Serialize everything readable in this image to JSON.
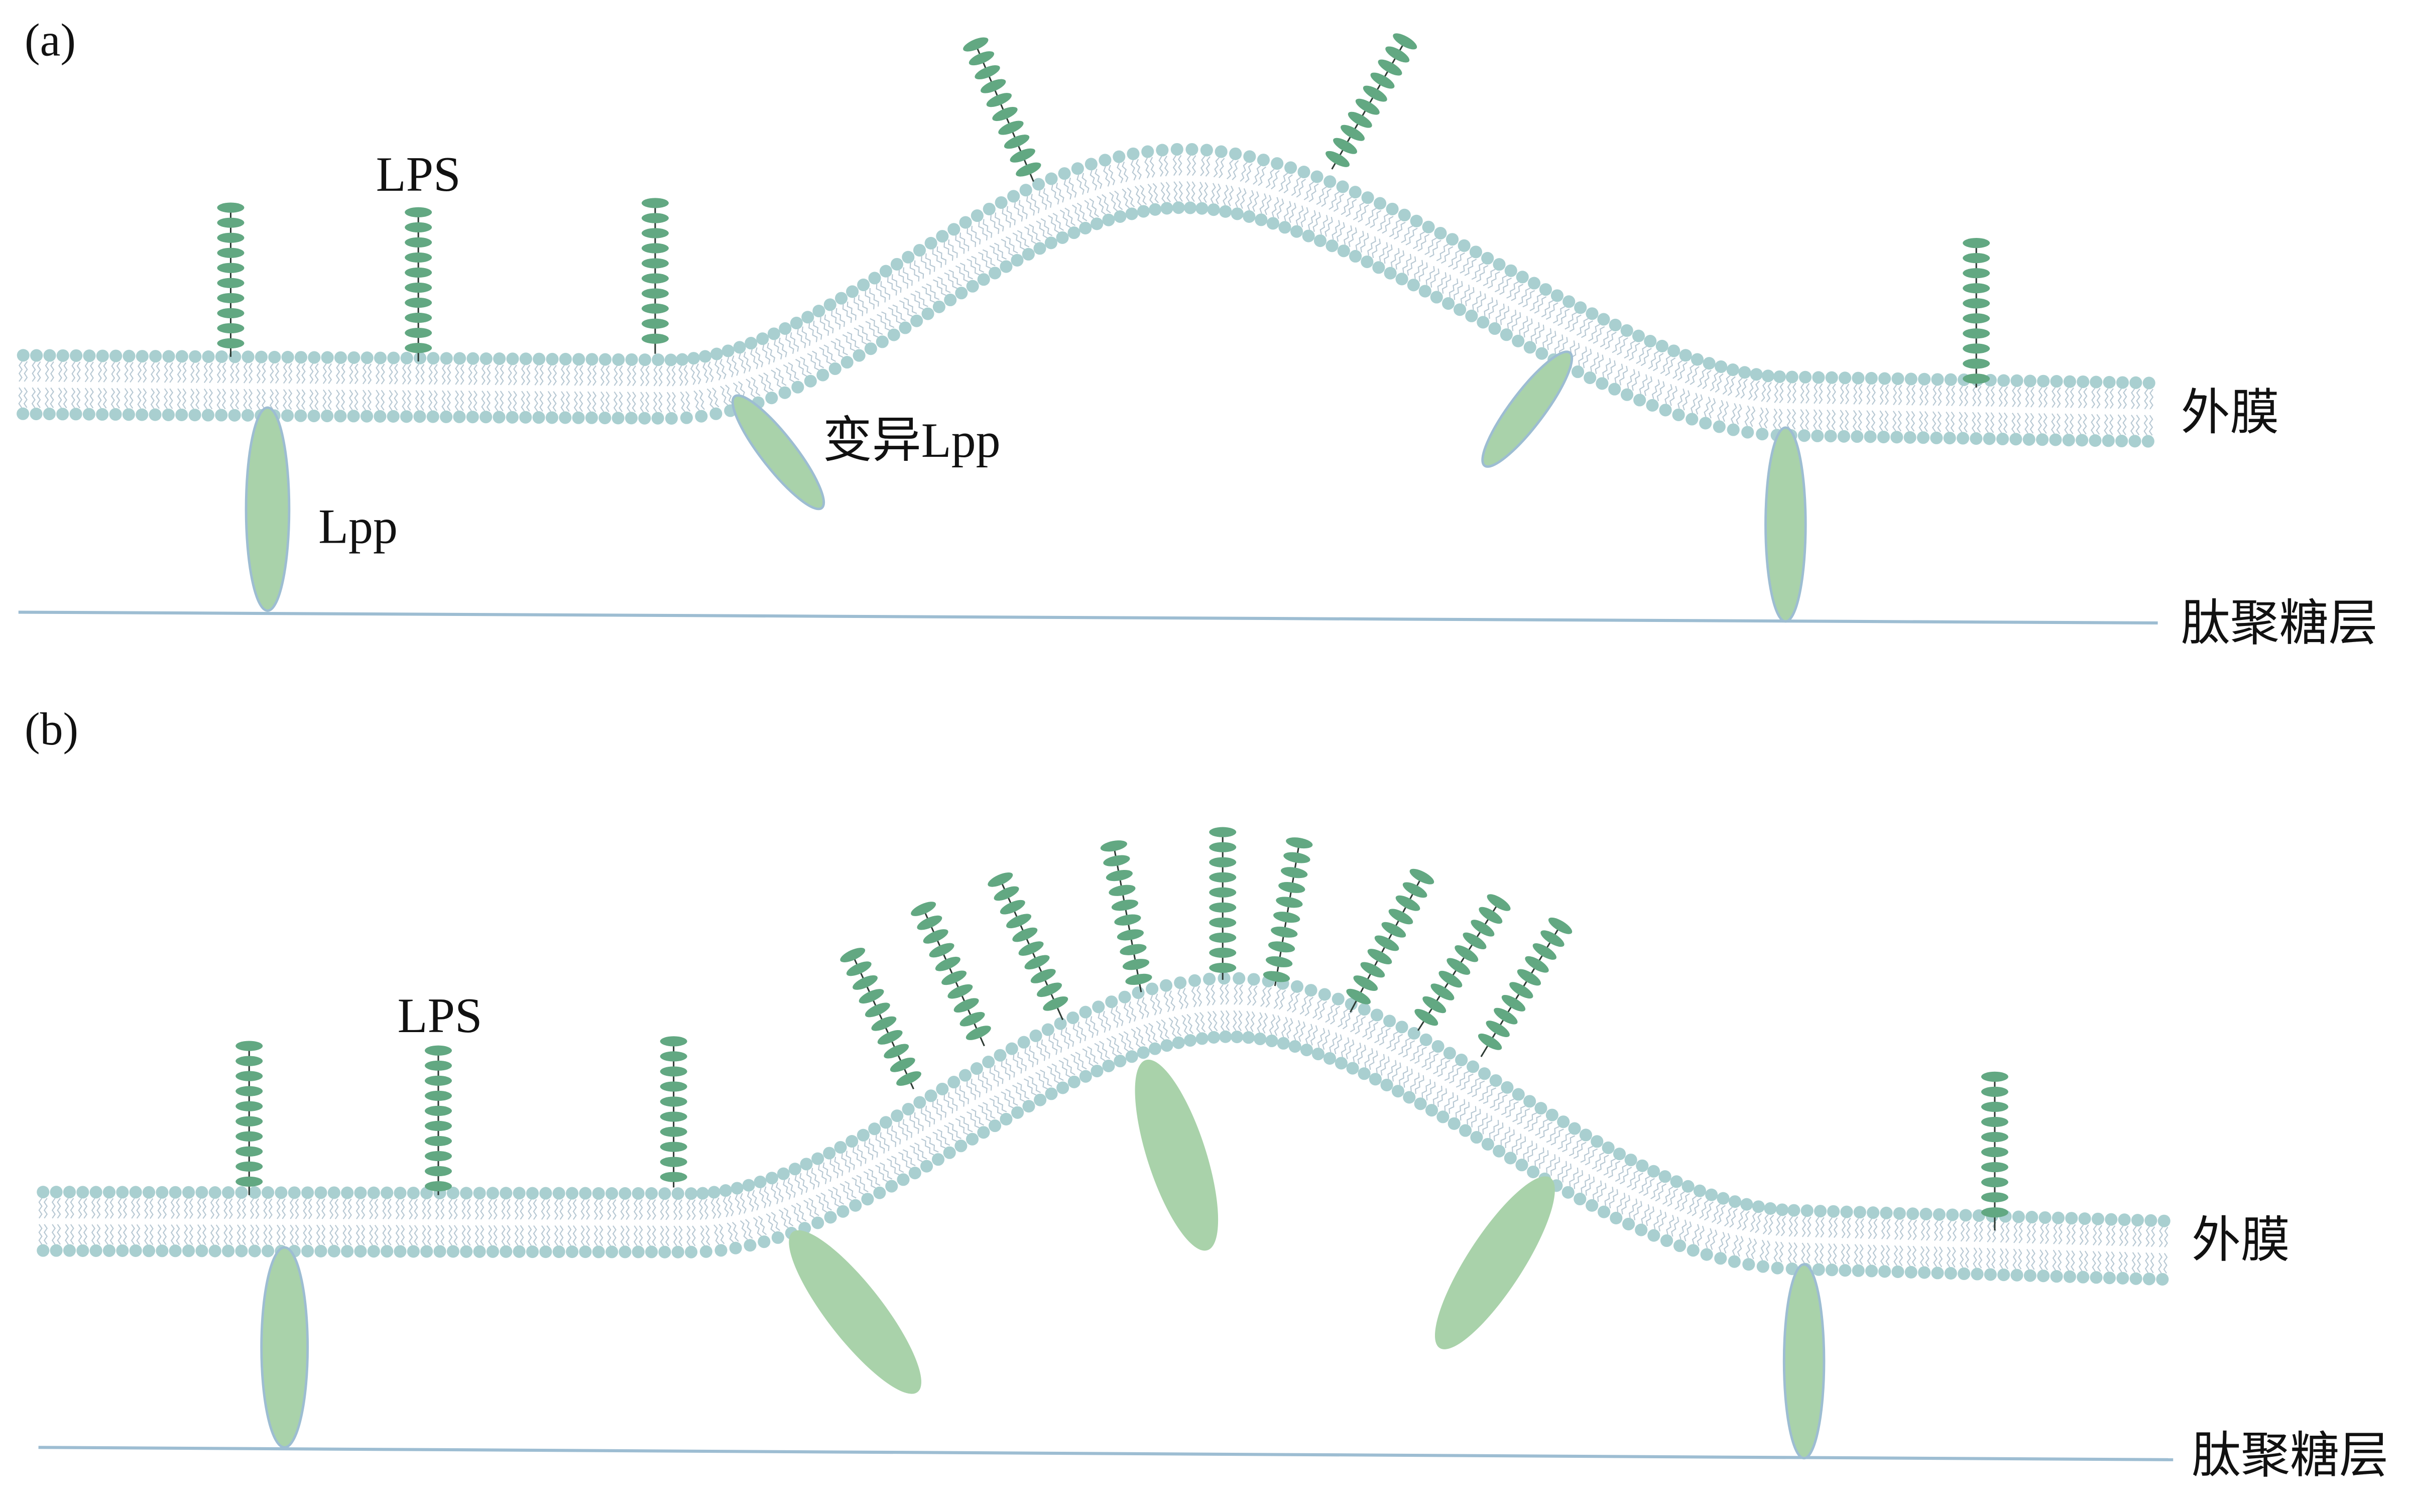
{
  "figure": {
    "panel_a": {
      "label": "(a)",
      "lps_label": "LPS",
      "variant_lpp_label": "变异Lpp",
      "lpp_label": "Lpp",
      "outer_membrane_label": "外膜",
      "peptidoglycan_label": "肽聚糖层"
    },
    "panel_b": {
      "label": "(b)",
      "lps_label": "LPS",
      "outer_membrane_label": "外膜",
      "peptidoglycan_label": "肽聚糖层"
    }
  },
  "colors": {
    "background": "#ffffff",
    "lipid_head": "#a9cfd0",
    "lipid_tail": "#b7c8d3",
    "lps_unit": "#62a882",
    "lps_core": "#2e3b34",
    "lpp_fill": "#a9d2aa",
    "lpp_stroke": "#9dbdd2",
    "peptidoglycan": "#9dbdd2",
    "text": "#111111"
  }
}
